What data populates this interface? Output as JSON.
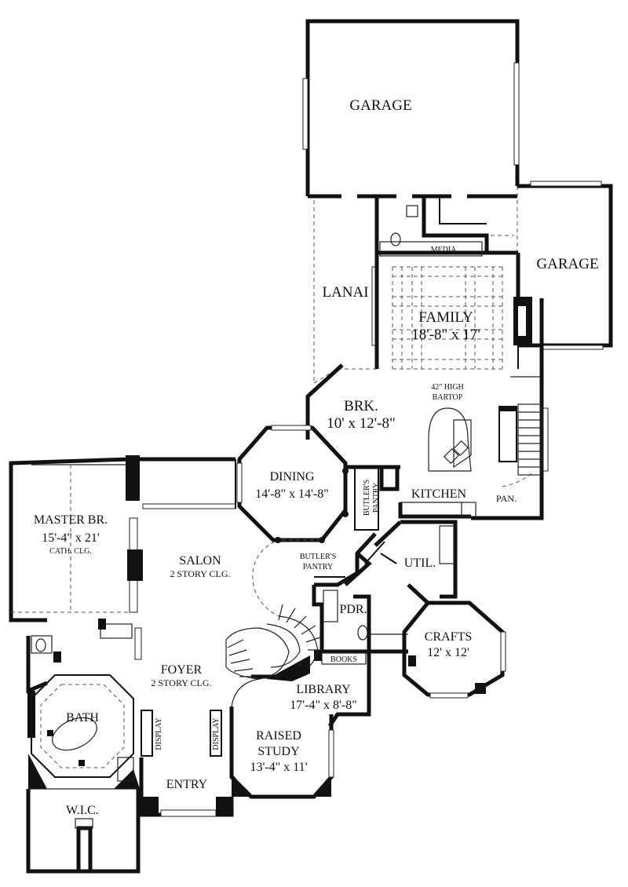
{
  "rooms": {
    "garage_main": "GARAGE",
    "garage_side": "GARAGE",
    "media": "MEDIA",
    "lanai": "LANAI",
    "family": "FAMILY",
    "family_dim": "18'-8\" x 17'",
    "bartop_1": "42\" HIGH",
    "bartop_2": "BARTOP",
    "brk": "BRK.",
    "brk_dim": "10' x 12'-8\"",
    "dining": "DINING",
    "dining_dim": "14'-8\" x 14'-8\"",
    "butlers_pantry_upper_1": "BUTLER'S",
    "butlers_pantry_upper_2": "PANTRY",
    "kitchen": "KITCHEN",
    "pan": "PAN.",
    "butlers_pantry_lower_1": "BUTLER'S",
    "butlers_pantry_lower_2": "PANTRY",
    "util": "UTIL.",
    "pdr": "PDR.",
    "crafts": "CRAFTS",
    "crafts_dim": "12' x 12'",
    "books": "BOOKS",
    "library": "LIBRARY",
    "library_dim": "17'-4\" x 8'-8\"",
    "master": "MASTER BR.",
    "master_dim": "15'-4\" x 21'",
    "master_note": "CATH. CLG.",
    "salon": "SALON",
    "salon_note": "2 STORY CLG.",
    "foyer": "FOYER",
    "foyer_note": "2 STORY CLG.",
    "bath": "BATH",
    "display_left": "DISPLAY",
    "display_right": "DISPLAY",
    "raised_study_1": "RAISED",
    "raised_study_2": "STUDY",
    "raised_study_dim": "13'-4\" x 11'",
    "entry": "ENTRY",
    "wic": "W.I.C."
  }
}
